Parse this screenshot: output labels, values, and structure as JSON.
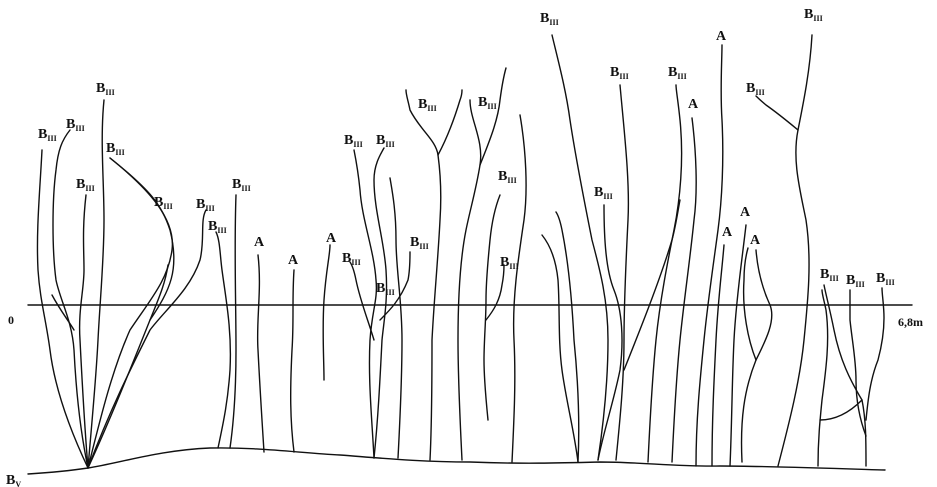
{
  "labels": {
    "origin": "0",
    "length": "6,8m",
    "base_letter": "B",
    "base_sub": "V",
    "a": "A",
    "b_main": "B",
    "b_sub": "III"
  }
}
